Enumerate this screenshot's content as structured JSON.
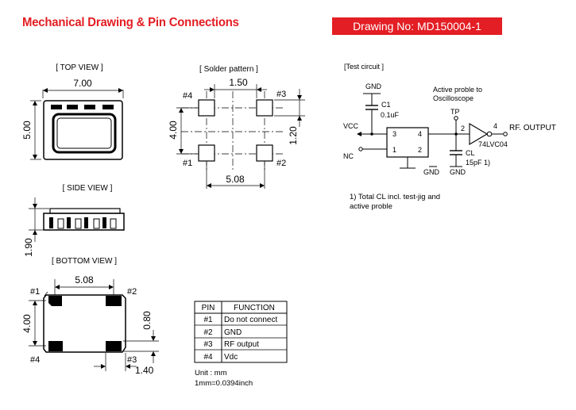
{
  "header": {
    "title": "Mechanical Drawing & Pin Connections",
    "drawing_no": "Drawing No: MD150004-1"
  },
  "top_view": {
    "label": "[ TOP  VIEW ]",
    "width": "7.00",
    "height": "5.00"
  },
  "side_view": {
    "label": "[ SIDE  VIEW ]",
    "height": "1.90"
  },
  "bottom_view": {
    "label": "[ BOTTOM  VIEW ]",
    "width": "5.08",
    "height": "4.00",
    "pad": "0.80",
    "offset": "1.40",
    "pins": [
      "#1",
      "#2",
      "#3",
      "#4"
    ]
  },
  "solder_pattern": {
    "label": "[ Solder pattern ]",
    "pitch_top": "1.50",
    "height": "4.00",
    "pad_height": "1.20",
    "width": "5.08",
    "pins": [
      "#1",
      "#2",
      "#3",
      "#4"
    ]
  },
  "test_circuit": {
    "label": "[Test circuit ]",
    "gnd_top": "GND",
    "c1": "C1",
    "c1_value": "0.1uF",
    "vcc": "VCC",
    "nc": "NC",
    "probe": "Active proble to",
    "probe2": "Oscilloscope",
    "tp": "TP",
    "pin3": "3",
    "pin4": "4",
    "pin1": "1",
    "pin2": "2",
    "out_pin2": "2",
    "out_pin4": "4",
    "rf_output": "RF. OUTPUT",
    "gate": "74LVC04",
    "cl": "CL",
    "cl_value": "15pF 1)",
    "gnd_ic": "GND",
    "gnd_cl": "GND",
    "note_line1": "1) Total CL incl. test-jig and",
    "note_line2": "active proble"
  },
  "pin_table": {
    "headers": [
      "PIN",
      "FUNCTION"
    ],
    "rows": [
      [
        "#1",
        "Do not connect"
      ],
      [
        "#2",
        "GND"
      ],
      [
        "#3",
        "RF output"
      ],
      [
        "#4",
        "Vdc"
      ]
    ]
  },
  "units": {
    "line1": "Unit : mm",
    "line2": "1mm=0.0394inch"
  },
  "colors": {
    "title": "#e31e24",
    "badge_bg": "#e31e24",
    "ink": "#000000"
  }
}
